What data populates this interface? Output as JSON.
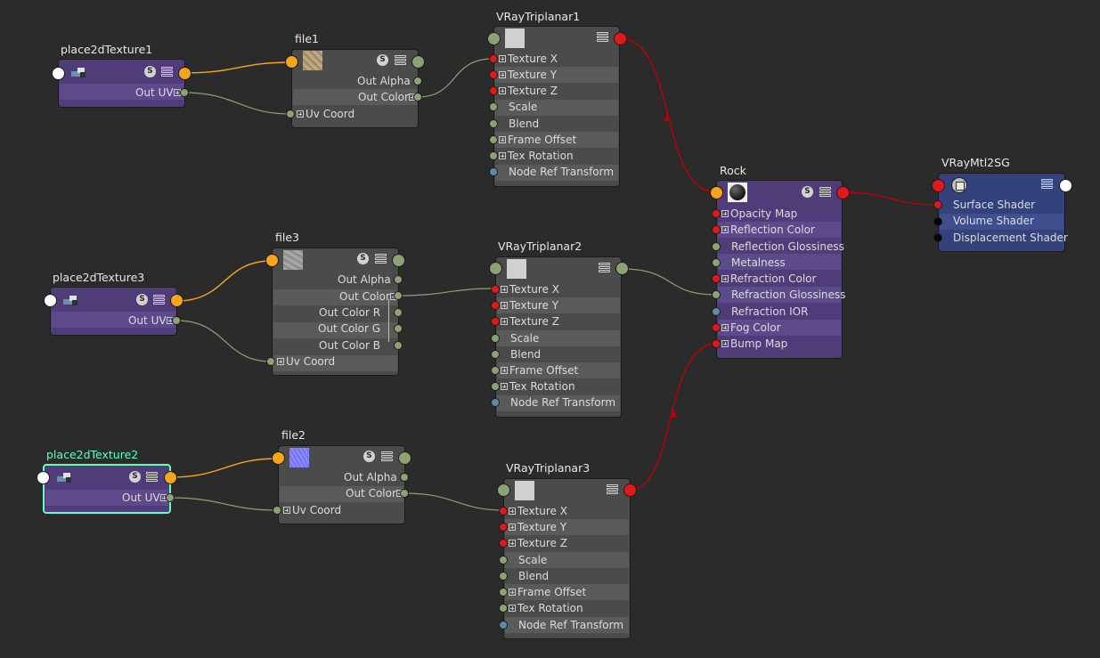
{
  "nodes": {
    "p2d1": {
      "title": "place2dTexture1",
      "out_uv": "Out UV"
    },
    "p2d3": {
      "title": "place2dTexture3",
      "out_uv": "Out UV"
    },
    "p2d2": {
      "title": "place2dTexture2",
      "out_uv": "Out UV"
    },
    "file1": {
      "title": "file1",
      "out_alpha": "Out Alpha",
      "out_color": "Out Color",
      "uv_coord": "Uv Coord"
    },
    "file3": {
      "title": "file3",
      "out_alpha": "Out Alpha",
      "out_color": "Out Color",
      "out_r": "Out Color R",
      "out_g": "Out Color G",
      "out_b": "Out Color B",
      "uv_coord": "Uv Coord"
    },
    "file2": {
      "title": "file2",
      "out_alpha": "Out Alpha",
      "out_color": "Out Color",
      "uv_coord": "Uv Coord"
    },
    "tri1": {
      "title": "VRayTriplanar1",
      "attrs": [
        "Texture X",
        "Texture Y",
        "Texture Z",
        "Scale",
        "Blend",
        "Frame Offset",
        "Tex Rotation",
        "Node Ref Transform"
      ]
    },
    "tri2": {
      "title": "VRayTriplanar2",
      "attrs": [
        "Texture X",
        "Texture Y",
        "Texture Z",
        "Scale",
        "Blend",
        "Frame Offset",
        "Tex Rotation",
        "Node Ref Transform"
      ]
    },
    "tri3": {
      "title": "VRayTriplanar3",
      "attrs": [
        "Texture X",
        "Texture Y",
        "Texture Z",
        "Scale",
        "Blend",
        "Frame Offset",
        "Tex Rotation",
        "Node Ref Transform"
      ]
    },
    "rock": {
      "title": "Rock",
      "attrs": [
        "Opacity Map",
        "Reflection Color",
        "Reflection Glossiness",
        "Metalness",
        "Refraction Color",
        "Refraction Glossiness",
        "Refraction IOR",
        "Fog Color",
        "Bump Map"
      ]
    },
    "sg": {
      "title": "VRayMtl2SG",
      "attrs": [
        "Surface Shader",
        "Volume Shader",
        "Displacement Shader"
      ]
    }
  },
  "badge_label": "S",
  "colors": {
    "background": "#2b2b2b",
    "texture_node": "#4b4b4b",
    "utility_node": "#4f3c78",
    "shading_group": "#33427b",
    "selected_outline": "#5fffc0",
    "color_wire": "#c00000",
    "uv_wire": "#f6a51c",
    "scalar_wire": "#8ba272"
  },
  "icons": [
    "place2d-icon",
    "shading-group-icon",
    "attribute-menu-icon",
    "swatch-badge-icon",
    "expand-plus-icon"
  ]
}
